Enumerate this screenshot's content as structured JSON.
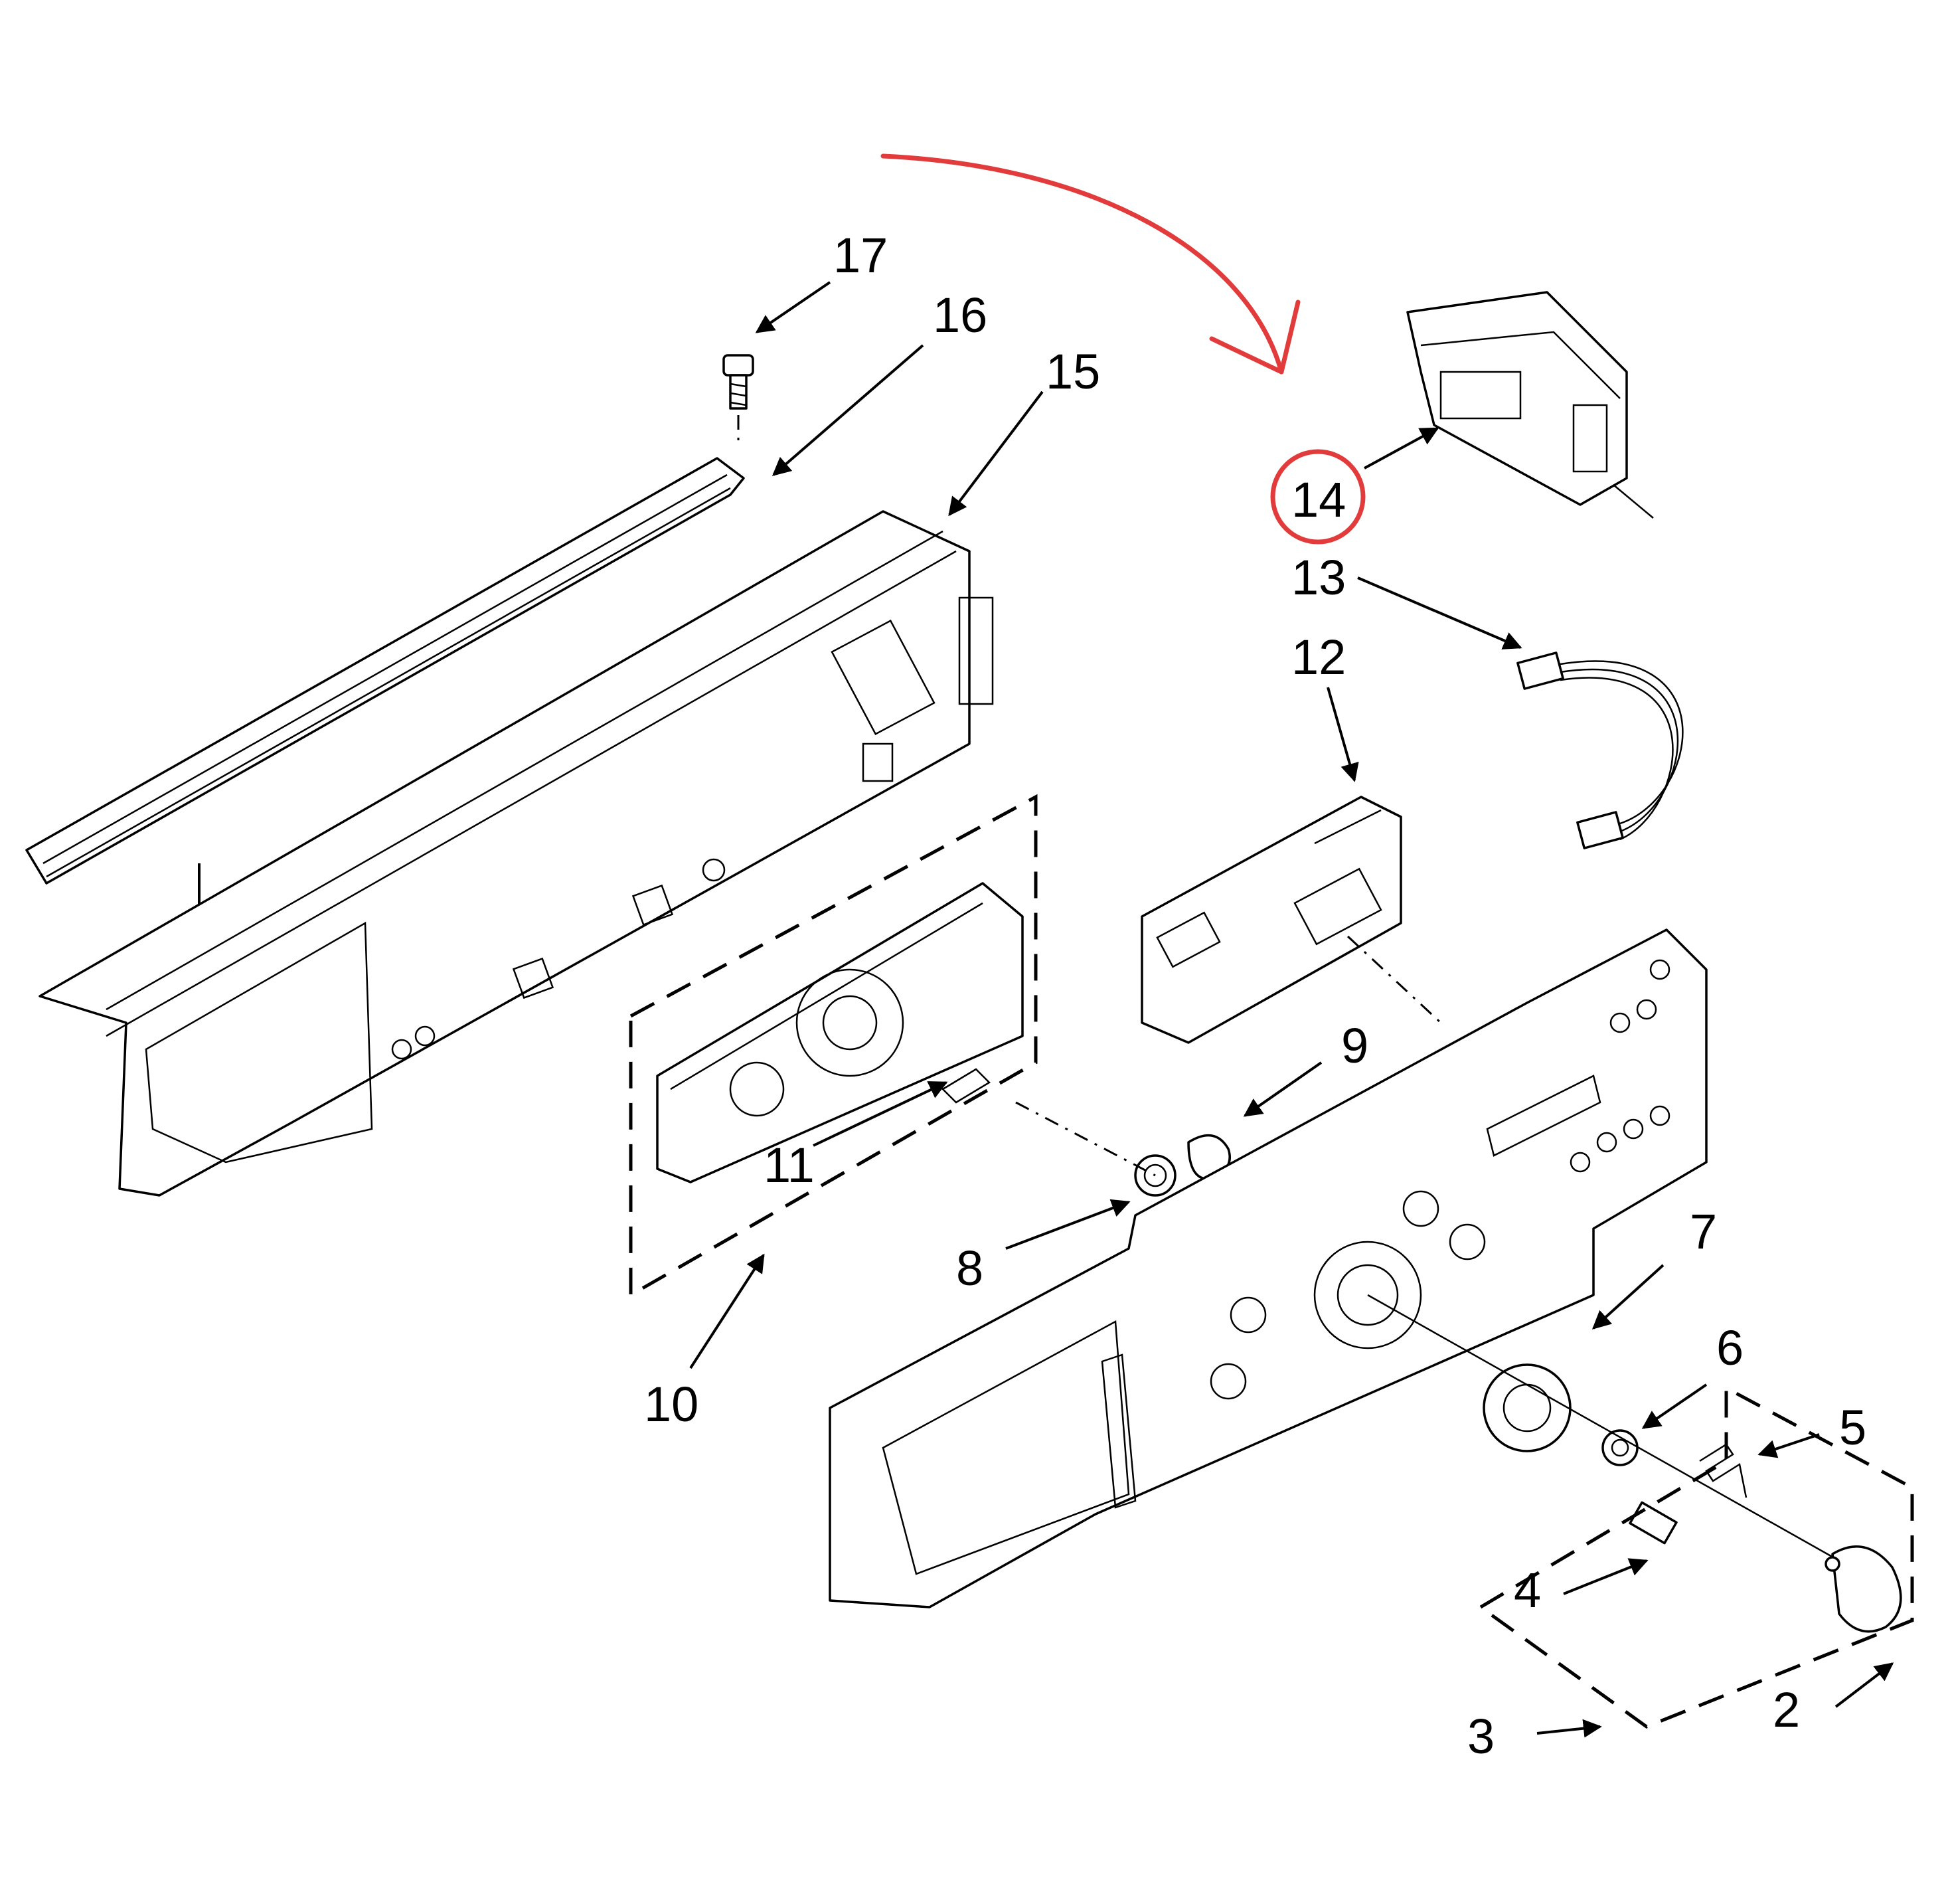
{
  "callouts": {
    "c2": "2",
    "c3": "3",
    "c4": "4",
    "c5": "5",
    "c6": "6",
    "c7": "7",
    "c8": "8",
    "c9": "9",
    "c10": "10",
    "c11": "11",
    "c12": "12",
    "c13": "13",
    "c14": "14",
    "c15": "15",
    "c16": "16",
    "c17": "17"
  },
  "highlight": {
    "part": "14",
    "color": "#e23b3b"
  }
}
